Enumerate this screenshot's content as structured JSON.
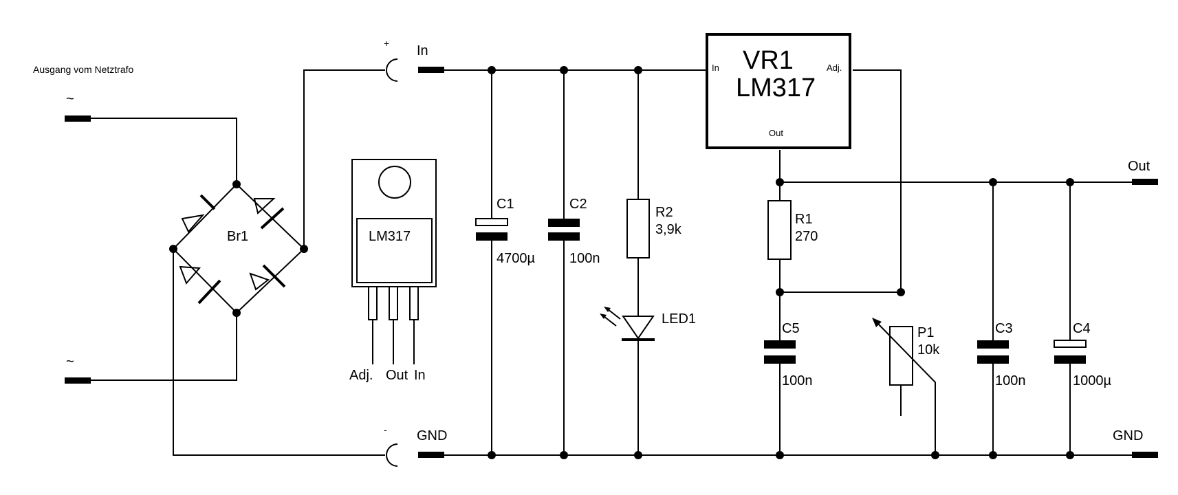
{
  "caption": "Ausgang vom Netztrafo",
  "ac_symbol": "~",
  "bridge": {
    "label": "Br1"
  },
  "input": {
    "plus": "+",
    "minus": "-",
    "label": "In",
    "gnd": "GND"
  },
  "package": {
    "name": "LM317",
    "pins": [
      "Adj.",
      "Out",
      "In"
    ]
  },
  "c1": {
    "ref": "C1",
    "value": "4700µ"
  },
  "c2": {
    "ref": "C2",
    "value": "100n"
  },
  "r2": {
    "ref": "R2",
    "value": "3,9k"
  },
  "led": {
    "ref": "LED1"
  },
  "regulator": {
    "ref": "VR1",
    "part": "LM317",
    "pin_in": "In",
    "pin_adj": "Adj.",
    "pin_out": "Out"
  },
  "r1": {
    "ref": "R1",
    "value": "270"
  },
  "c5": {
    "ref": "C5",
    "value": "100n"
  },
  "p1": {
    "ref": "P1",
    "value": "10k"
  },
  "c3": {
    "ref": "C3",
    "value": "100n"
  },
  "c4": {
    "ref": "C4",
    "value": "1000µ"
  },
  "output": {
    "label": "Out",
    "gnd": "GND"
  }
}
